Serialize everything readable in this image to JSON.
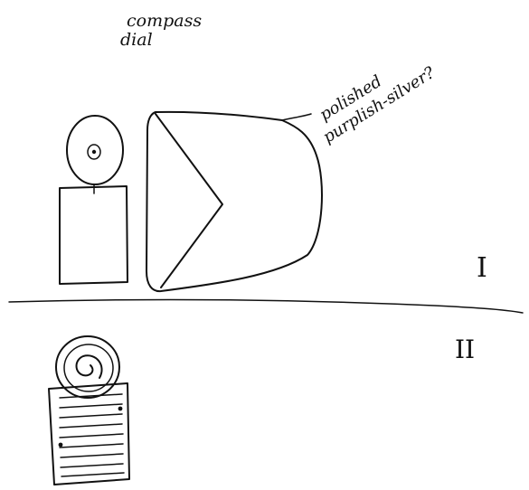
{
  "labels": {
    "compass_line1": "compass",
    "compass_line2": "dial",
    "material_line1": "polished",
    "material_line2": "purplish-silver?",
    "section_one": "I",
    "section_two": "II"
  }
}
